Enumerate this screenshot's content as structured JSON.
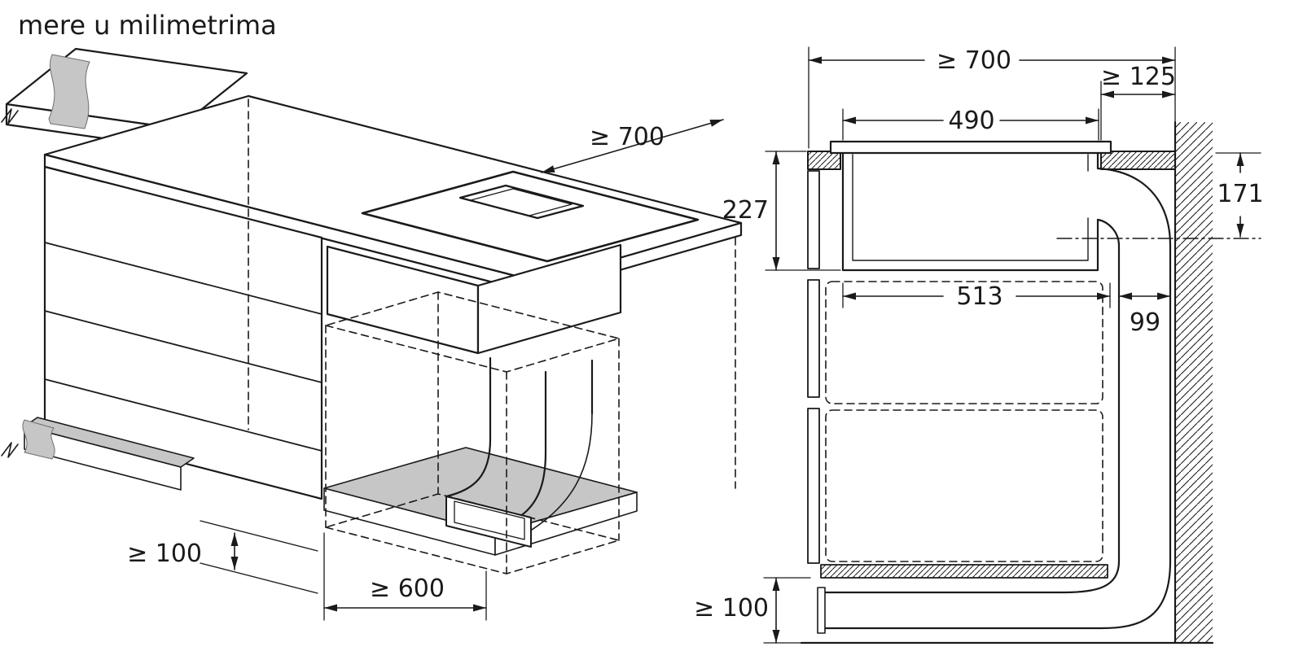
{
  "title": "mere u milimetrima",
  "iso_view": {
    "depth_min": "≥ 700",
    "plinth_height_min": "≥ 100",
    "base_depth_min": "≥ 600"
  },
  "section_view": {
    "worktop_depth_min": "≥ 700",
    "rear_clearance_min": "≥ 125",
    "cutout_width": "490",
    "appliance_depth": "227",
    "outlet_axis_offset": "171",
    "niche_width": "513",
    "duct_channel_depth": "99",
    "plinth_height_min": "≥ 100"
  },
  "colors": {
    "line": "#1a1a1a",
    "shade": "#c6c6c6"
  }
}
